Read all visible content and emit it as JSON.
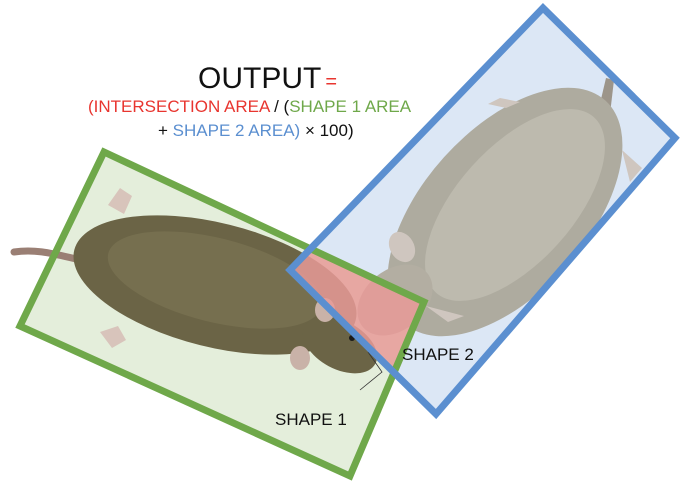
{
  "formula": {
    "title": "OUTPUT",
    "equals": "=",
    "intersection_term": "(INTERSECTION AREA",
    "divide_sep": " / (",
    "shape1_term": "SHAPE 1 AREA",
    "plus": "+ ",
    "shape2_term": "SHAPE 2 AREA)",
    "tail": " × 100)"
  },
  "labels": {
    "shape1": "SHAPE 1",
    "shape2": "SHAPE 2"
  },
  "colors": {
    "title": "#111111",
    "intersection": "#e8352f",
    "shape1": "#6fa84a",
    "shape1_fill": "#e4eedb",
    "shape2": "#5b8fd0",
    "shape2_fill": "#dce7f5",
    "intersection_fill": "#e89a98",
    "mouse_dark": "#6b6446",
    "mouse_light": "#a9a89a"
  }
}
